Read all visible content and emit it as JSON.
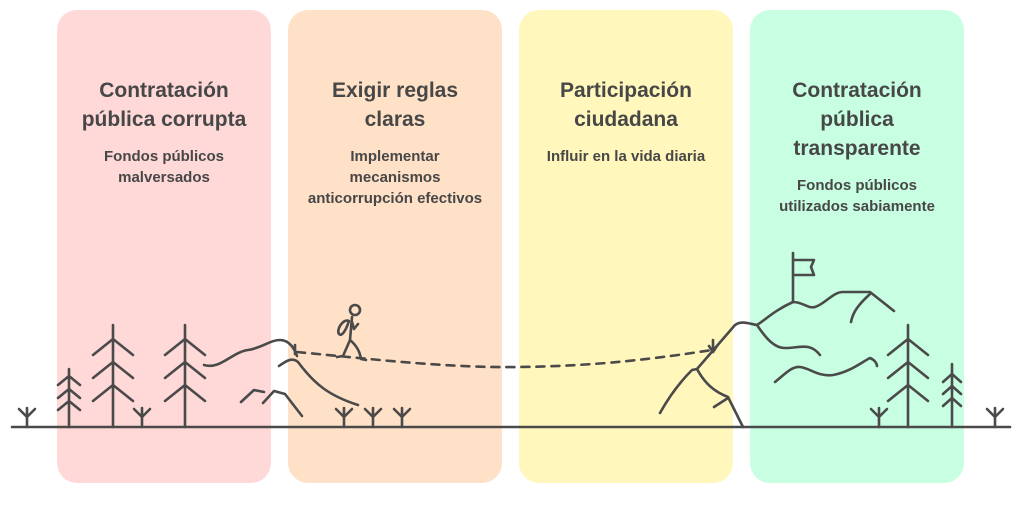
{
  "stages": [
    {
      "title": "Contratación pública corrupta",
      "subtitle": "Fondos públicos malversados",
      "color": "#ffd8d8"
    },
    {
      "title": "Exigir reglas claras",
      "subtitle": "Implementar mecanismos anticorrupción efectivos",
      "color": "#ffe1c8"
    },
    {
      "title": "Participación ciudadana",
      "subtitle": "Influir en la vida diaria",
      "color": "#fff7bb"
    },
    {
      "title": "Contratación pública transparente",
      "subtitle": "Fondos públicos utilizados sabiamente",
      "color": "#c8ffe2"
    }
  ]
}
